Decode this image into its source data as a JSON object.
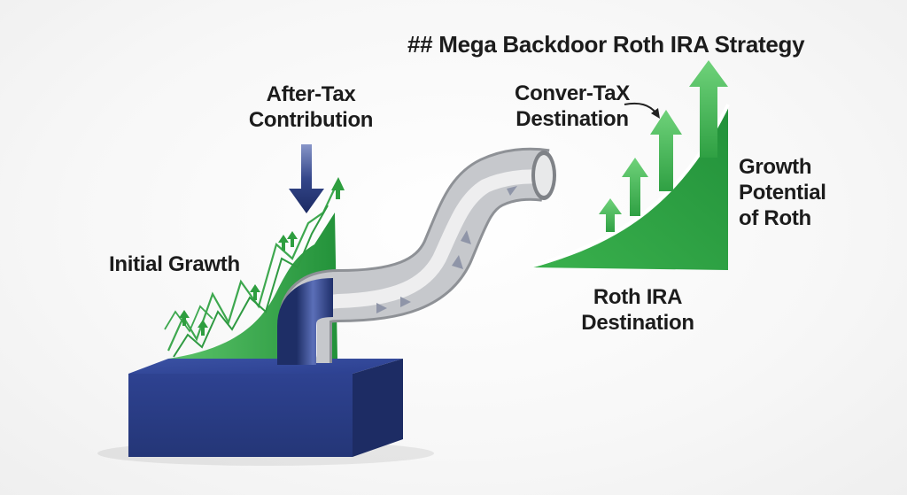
{
  "diagram": {
    "title": "## Mega Backdoor Roth IRA Strategy",
    "labels": {
      "after_tax": "After-Tax\nContribution",
      "initial_growth": "Initial Grawth",
      "conver_tax": "Conver-TaX\nDestination",
      "growth_potential": "Growth\nPotential\nof Roth",
      "roth_destination": "Roth IRA\nDestination"
    },
    "colors": {
      "box_blue": "#2b3f86",
      "pipe_silver": "#c3c5c9",
      "green": "#2e9e3f",
      "arrow_navy": "#25346f"
    },
    "icons": [
      "down-arrow-icon",
      "growth-arrows-icon",
      "pipe-flow-arrows-icon"
    ]
  }
}
